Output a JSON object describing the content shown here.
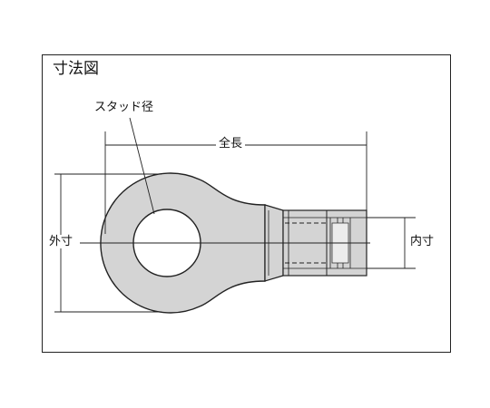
{
  "diagram": {
    "title": "寸法図",
    "labels": {
      "stud_diameter": "スタッド径",
      "total_length": "全長",
      "outer_size": "外寸",
      "inner_size": "内寸"
    },
    "colors": {
      "line": "#222222",
      "fill": "#d4d4d4",
      "background": "#ffffff"
    }
  }
}
